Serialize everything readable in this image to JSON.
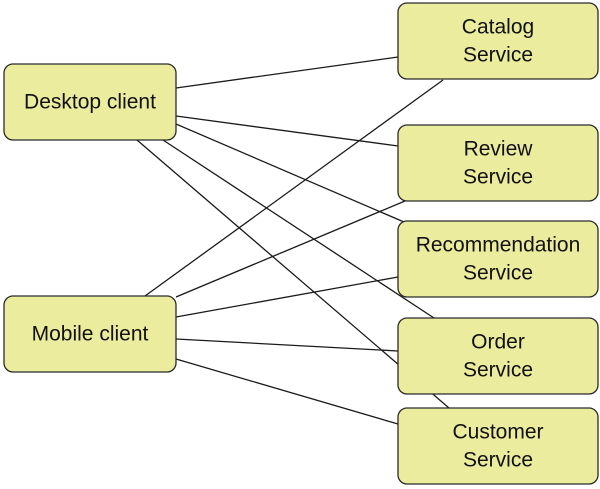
{
  "diagram": {
    "colors": {
      "box_fill": "#ecec9f",
      "box_stroke": "#2a2a2a",
      "edge": "#1a1a1a",
      "text": "#111111"
    },
    "clients": [
      {
        "id": "desktop",
        "lines": [
          "Desktop client"
        ]
      },
      {
        "id": "mobile",
        "lines": [
          "Mobile client"
        ]
      }
    ],
    "services": [
      {
        "id": "catalog",
        "lines": [
          "Catalog",
          "Service"
        ]
      },
      {
        "id": "review",
        "lines": [
          "Review",
          "Service"
        ]
      },
      {
        "id": "recommendation",
        "lines": [
          "Recommendation",
          "Service"
        ]
      },
      {
        "id": "order",
        "lines": [
          "Order",
          "Service"
        ]
      },
      {
        "id": "customer",
        "lines": [
          "Customer",
          "Service"
        ]
      }
    ],
    "connections": [
      {
        "from": "desktop",
        "to": "catalog"
      },
      {
        "from": "desktop",
        "to": "review"
      },
      {
        "from": "desktop",
        "to": "recommendation"
      },
      {
        "from": "desktop",
        "to": "order"
      },
      {
        "from": "desktop",
        "to": "customer"
      },
      {
        "from": "mobile",
        "to": "catalog"
      },
      {
        "from": "mobile",
        "to": "review"
      },
      {
        "from": "mobile",
        "to": "recommendation"
      },
      {
        "from": "mobile",
        "to": "order"
      },
      {
        "from": "mobile",
        "to": "customer"
      }
    ]
  }
}
